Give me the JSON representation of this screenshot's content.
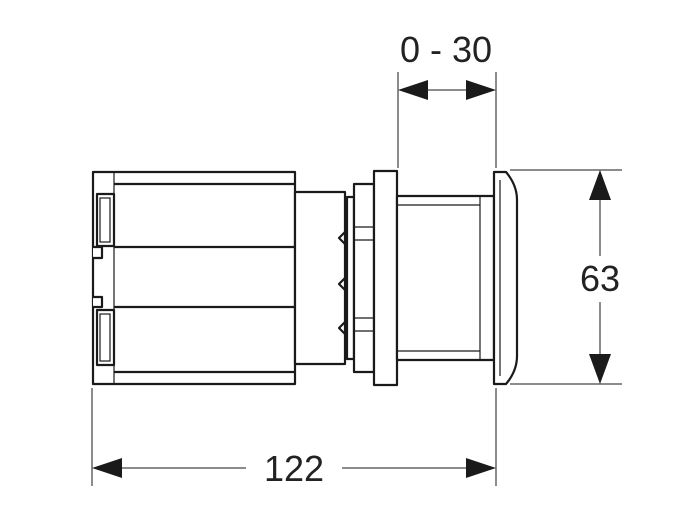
{
  "dimensions": {
    "adjustment_range": "0 - 30",
    "height": "63",
    "total_length": "122"
  }
}
